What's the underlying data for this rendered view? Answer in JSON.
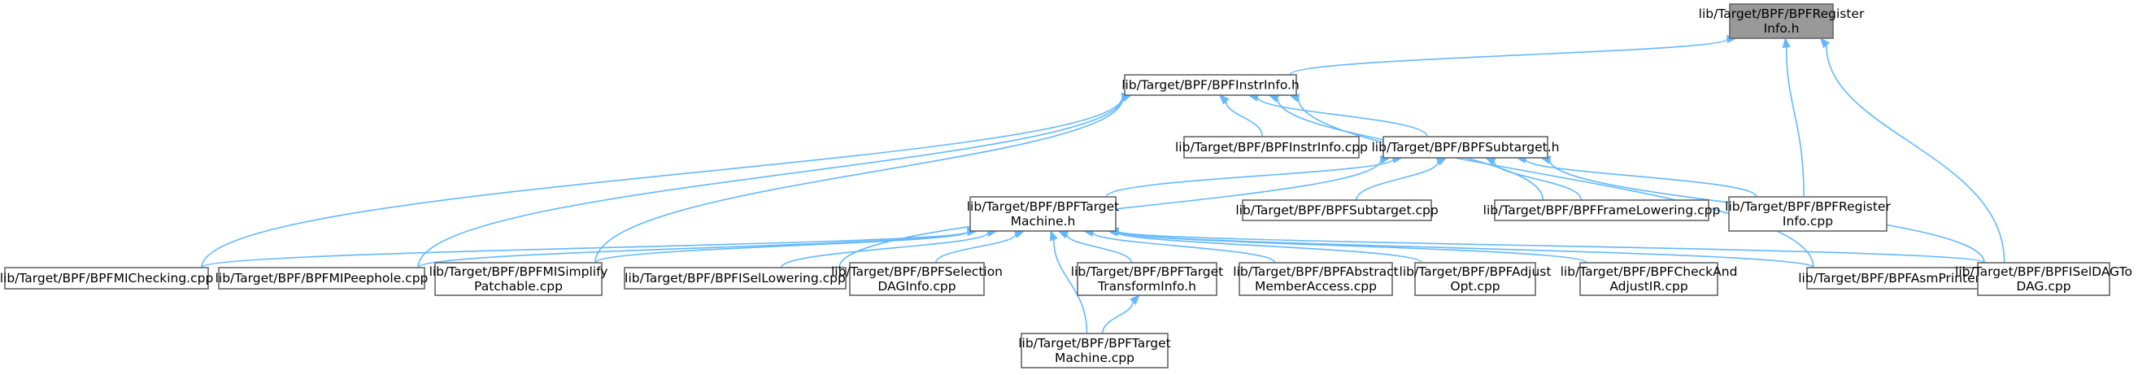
{
  "diagram": {
    "type": "include-dependency-graph",
    "colors": {
      "edge": "#63b8ff",
      "root_fill": "#999999",
      "node_fill": "#ffffff",
      "node_border": "#666666"
    },
    "nodes": [
      {
        "id": "reginfo_h",
        "lines": [
          "lib/Target/BPF/BPFRegister",
          "Info.h"
        ],
        "root": true
      },
      {
        "id": "instrinfo_h",
        "lines": [
          "lib/Target/BPF/BPFInstrInfo.h"
        ]
      },
      {
        "id": "instrinfo_cpp",
        "lines": [
          "lib/Target/BPF/BPFInstrInfo.cpp"
        ]
      },
      {
        "id": "subtarget_h",
        "lines": [
          "lib/Target/BPF/BPFSubtarget.h"
        ]
      },
      {
        "id": "targetmachine_h",
        "lines": [
          "lib/Target/BPF/BPFTarget",
          "Machine.h"
        ]
      },
      {
        "id": "subtarget_cpp",
        "lines": [
          "lib/Target/BPF/BPFSubtarget.cpp"
        ]
      },
      {
        "id": "framelowering_cpp",
        "lines": [
          "lib/Target/BPF/BPFFrameLowering.cpp"
        ]
      },
      {
        "id": "reginfo_cpp",
        "lines": [
          "lib/Target/BPF/BPFRegister",
          "Info.cpp"
        ]
      },
      {
        "id": "michecking_cpp",
        "lines": [
          "lib/Target/BPF/BPFMIChecking.cpp"
        ]
      },
      {
        "id": "mipeephole_cpp",
        "lines": [
          "lib/Target/BPF/BPFMIPeephole.cpp"
        ]
      },
      {
        "id": "misimplify_cpp",
        "lines": [
          "lib/Target/BPF/BPFMISimplify",
          "Patchable.cpp"
        ]
      },
      {
        "id": "isellowering_cpp",
        "lines": [
          "lib/Target/BPF/BPFISelLowering.cpp"
        ]
      },
      {
        "id": "seldaginfo_cpp",
        "lines": [
          "lib/Target/BPF/BPFSelection",
          "DAGInfo.cpp"
        ]
      },
      {
        "id": "transforminfo_h",
        "lines": [
          "lib/Target/BPF/BPFTarget",
          "TransformInfo.h"
        ]
      },
      {
        "id": "abstract_cpp",
        "lines": [
          "lib/Target/BPF/BPFAbstract",
          "MemberAccess.cpp"
        ]
      },
      {
        "id": "adjustopt_cpp",
        "lines": [
          "lib/Target/BPF/BPFAdjust",
          "Opt.cpp"
        ]
      },
      {
        "id": "checkadjust_cpp",
        "lines": [
          "lib/Target/BPF/BPFCheckAnd",
          "AdjustIR.cpp"
        ]
      },
      {
        "id": "asmprinter_cpp",
        "lines": [
          "lib/Target/BPF/BPFAsmPrinter.cpp"
        ]
      },
      {
        "id": "iseldag_cpp",
        "lines": [
          "lib/Target/BPF/BPFISelDAGTo",
          "DAG.cpp"
        ]
      },
      {
        "id": "targetmachine_cpp",
        "lines": [
          "lib/Target/BPF/BPFTarget",
          "Machine.cpp"
        ]
      }
    ],
    "edges": [
      {
        "from": "instrinfo_h",
        "to": "reginfo_h"
      },
      {
        "from": "reginfo_cpp",
        "to": "reginfo_h"
      },
      {
        "from": "iseldag_cpp",
        "to": "reginfo_h"
      },
      {
        "from": "instrinfo_cpp",
        "to": "instrinfo_h"
      },
      {
        "from": "subtarget_h",
        "to": "instrinfo_h"
      },
      {
        "from": "framelowering_cpp",
        "to": "instrinfo_h"
      },
      {
        "from": "michecking_cpp",
        "to": "instrinfo_h"
      },
      {
        "from": "mipeephole_cpp",
        "to": "instrinfo_h"
      },
      {
        "from": "misimplify_cpp",
        "to": "instrinfo_h"
      },
      {
        "from": "asmprinter_cpp",
        "to": "instrinfo_h"
      },
      {
        "from": "targetmachine_h",
        "to": "subtarget_h"
      },
      {
        "from": "subtarget_cpp",
        "to": "subtarget_h"
      },
      {
        "from": "framelowering_cpp",
        "to": "subtarget_h"
      },
      {
        "from": "reginfo_cpp",
        "to": "subtarget_h"
      },
      {
        "from": "isellowering_cpp",
        "to": "subtarget_h"
      },
      {
        "from": "iseldag_cpp",
        "to": "subtarget_h"
      },
      {
        "from": "michecking_cpp",
        "to": "targetmachine_h"
      },
      {
        "from": "mipeephole_cpp",
        "to": "targetmachine_h"
      },
      {
        "from": "misimplify_cpp",
        "to": "targetmachine_h"
      },
      {
        "from": "isellowering_cpp",
        "to": "targetmachine_h"
      },
      {
        "from": "seldaginfo_cpp",
        "to": "targetmachine_h"
      },
      {
        "from": "transforminfo_h",
        "to": "targetmachine_h"
      },
      {
        "from": "abstract_cpp",
        "to": "targetmachine_h"
      },
      {
        "from": "adjustopt_cpp",
        "to": "targetmachine_h"
      },
      {
        "from": "checkadjust_cpp",
        "to": "targetmachine_h"
      },
      {
        "from": "asmprinter_cpp",
        "to": "targetmachine_h"
      },
      {
        "from": "iseldag_cpp",
        "to": "targetmachine_h"
      },
      {
        "from": "targetmachine_cpp",
        "to": "targetmachine_h"
      },
      {
        "from": "targetmachine_cpp",
        "to": "transforminfo_h"
      }
    ]
  }
}
